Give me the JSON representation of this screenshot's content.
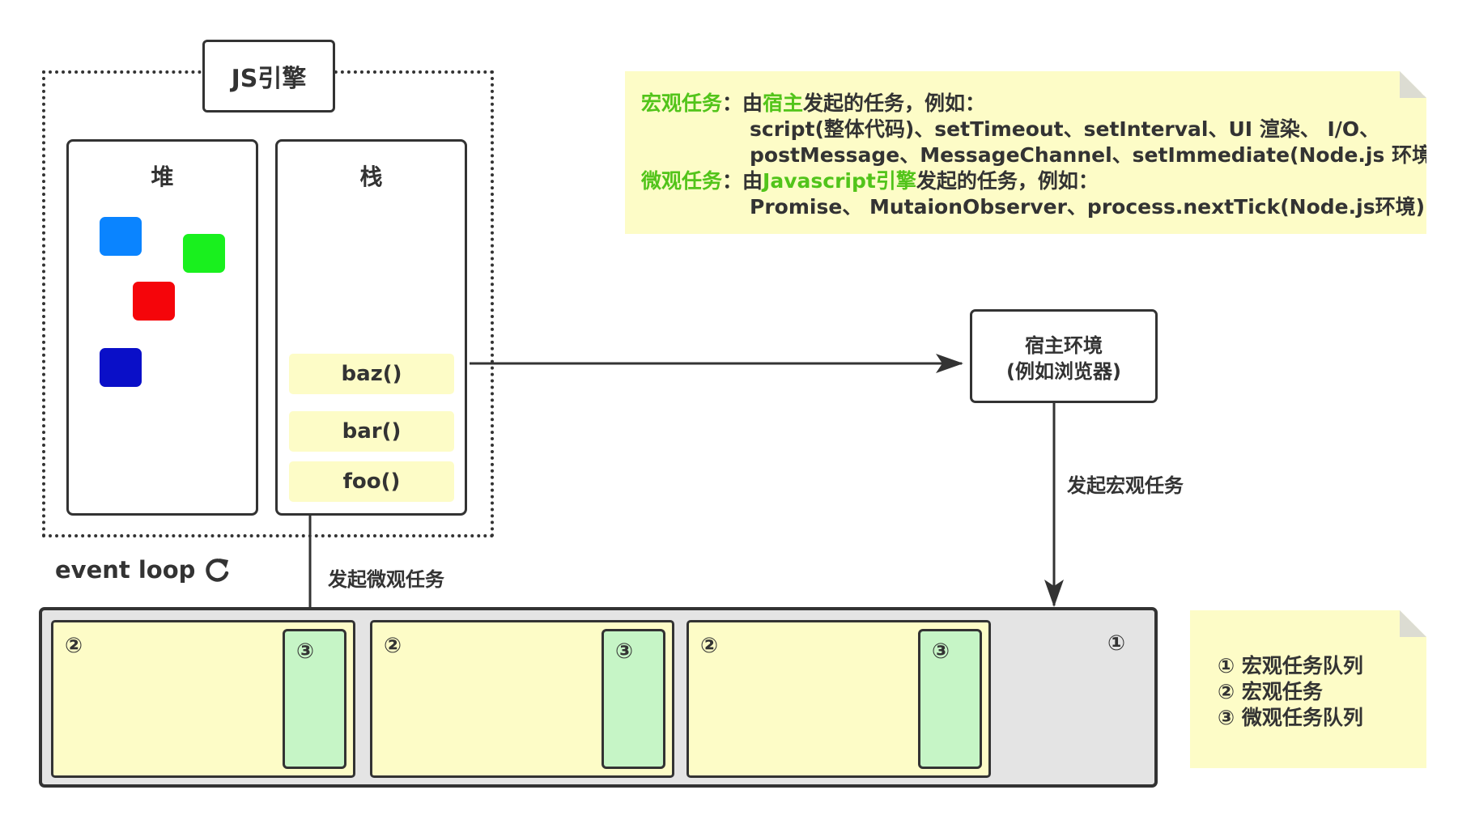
{
  "engine": {
    "title": "JS引擎"
  },
  "heap": {
    "title": "堆"
  },
  "stack": {
    "title": "栈",
    "frames": [
      "baz()",
      "bar()",
      "foo()"
    ]
  },
  "colors": {
    "heap_objects": [
      "#0a84ff",
      "#19f01e",
      "#f5050a",
      "#0a0fc8"
    ],
    "note_bg": "#fdfcc7",
    "micro_bg": "#c6f5c6",
    "highlight": "#52c41a"
  },
  "event_loop": {
    "label": "event loop",
    "icon": "refresh-icon"
  },
  "queue": {
    "queue_marker": "①",
    "macro_marker": "②",
    "micro_marker": "③"
  },
  "host": {
    "line1": "宿主环境",
    "line2": "(例如浏览器)"
  },
  "arrows": {
    "macro_label": "发起宏观任务",
    "micro_label": "发起微观任务"
  },
  "task_note": {
    "macro_head": "宏观任务",
    "macro_colon": "：由",
    "macro_host": "宿主",
    "macro_rest": "发起的任务，例如：",
    "macro_ex1": "script(整体代码)、setTimeout、setInterval、UI 渲染、 I/O、",
    "macro_ex2": "postMessage、MessageChannel、setImmediate(Node.js 环境)",
    "micro_head": "微观任务",
    "micro_colon": "：由",
    "micro_engine": "Javascript引擎",
    "micro_rest": "发起的任务，例如：",
    "micro_ex1": "Promise、 MutaionObserver、process.nextTick(Node.js环境)"
  },
  "legend": {
    "item1": "① 宏观任务队列",
    "item2": "② 宏观任务",
    "item3": "③ 微观任务队列"
  }
}
